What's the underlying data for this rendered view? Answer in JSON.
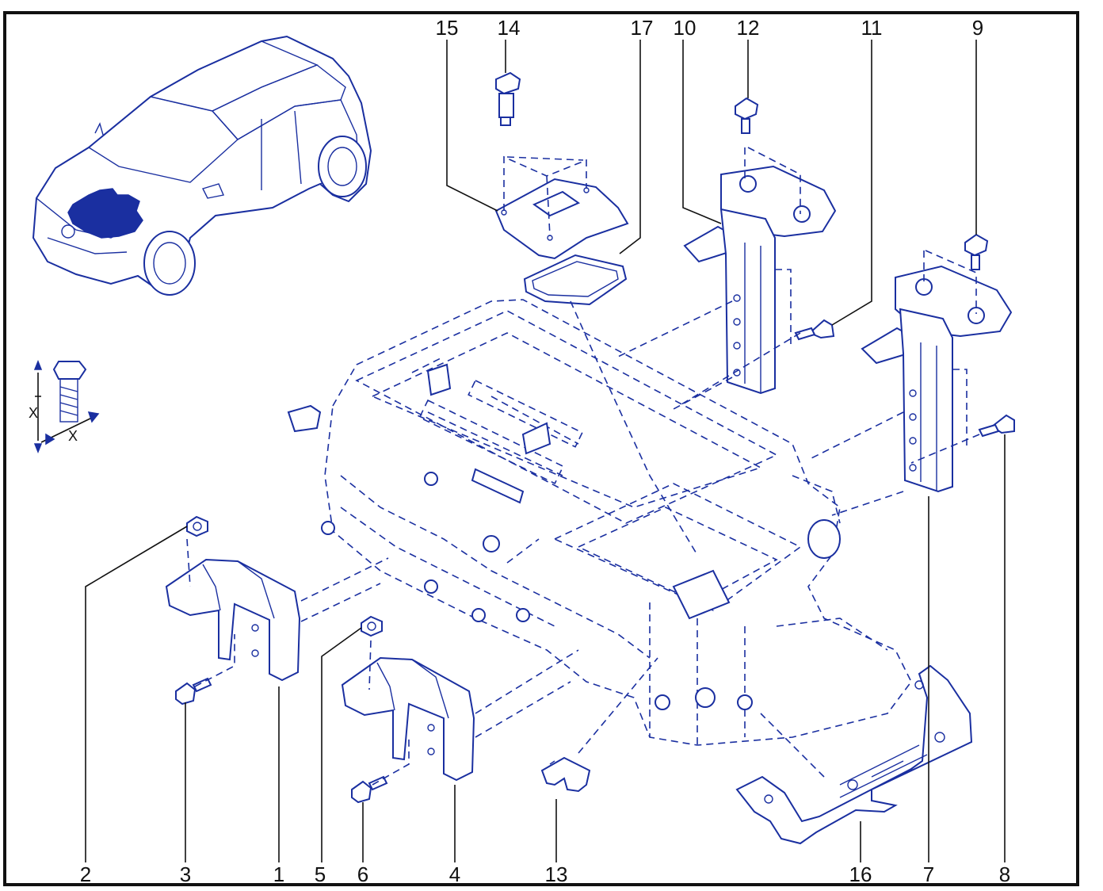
{
  "diagram": {
    "accent_color": "#1a2fa0",
    "dimension_label": "X",
    "callouts": [
      {
        "id": "c15",
        "label": "15"
      },
      {
        "id": "c14",
        "label": "14"
      },
      {
        "id": "c17",
        "label": "17"
      },
      {
        "id": "c10",
        "label": "10"
      },
      {
        "id": "c12",
        "label": "12"
      },
      {
        "id": "c11",
        "label": "11"
      },
      {
        "id": "c9",
        "label": "9"
      },
      {
        "id": "c2",
        "label": "2"
      },
      {
        "id": "c3",
        "label": "3"
      },
      {
        "id": "c1",
        "label": "1"
      },
      {
        "id": "c5",
        "label": "5"
      },
      {
        "id": "c6",
        "label": "6"
      },
      {
        "id": "c4",
        "label": "4"
      },
      {
        "id": "c13",
        "label": "13"
      },
      {
        "id": "c16",
        "label": "16"
      },
      {
        "id": "c7",
        "label": "7"
      },
      {
        "id": "c8",
        "label": "8"
      }
    ]
  }
}
